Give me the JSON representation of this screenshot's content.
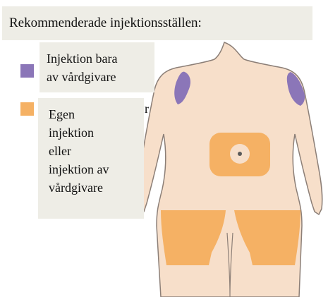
{
  "title": "Rekommenderade injektionsställen:",
  "legend": [
    {
      "color": "#8b76b8",
      "lines": [
        "Injektion bara",
        "av vårdgivare"
      ]
    },
    {
      "color": "#f5b164",
      "lines": [
        "Egen",
        "injektion",
        "eller",
        "injektion av",
        "vårdgivare"
      ]
    }
  ],
  "occluded_text_fragment": "r",
  "colors": {
    "skin": "#f7dfca",
    "outline": "#8c7f77",
    "hcp_zone": "#8b76b8",
    "self_zone": "#f5b164",
    "label_background": "#eeede6"
  }
}
